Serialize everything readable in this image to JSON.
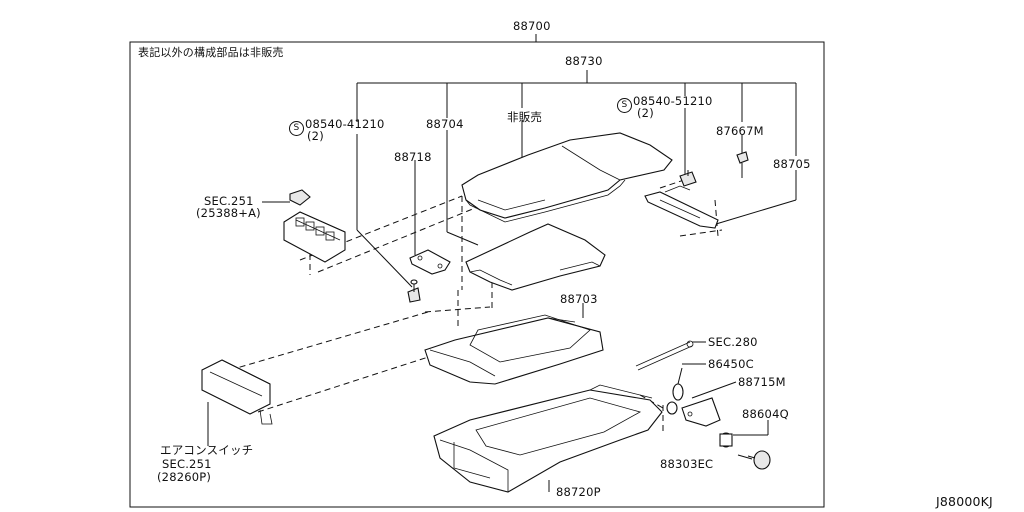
{
  "diagram": {
    "note": "表記以外の構成部品は非販売",
    "diagram_code": "J88000KJ",
    "callouts": {
      "assembly": "88700",
      "lid_assembly": "88730",
      "not_sold": "非販売",
      "screw_left": "08540-41210",
      "screw_left_qty": "(2)",
      "screw_right": "08540-51210",
      "screw_right_qty": "(2)",
      "lid_inner": "88704",
      "bracket": "88718",
      "clip": "87667M",
      "hinge": "88705",
      "tray": "88703",
      "sec_251_top": "SEC.251",
      "sec_251_top_part": "(25388+A)",
      "sec_280": "SEC.280",
      "spring": "86450C",
      "bracket_right": "88715M",
      "knob": "88604Q",
      "bumper": "88303EC",
      "box": "88720P",
      "aircon_switch": "エアコンスイッチ",
      "sec_251_bottom": "SEC.251",
      "sec_251_bottom_part": "(28260P)",
      "screw_symbol": "S"
    }
  }
}
